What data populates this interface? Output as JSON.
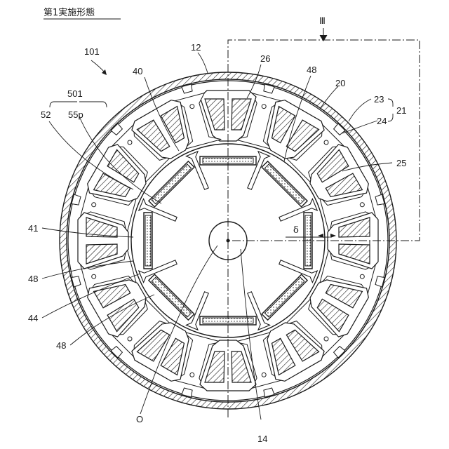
{
  "figure": {
    "title": "第1実施形態",
    "section_marker": "Ⅲ",
    "gap_symbol": "δ"
  },
  "diagram": {
    "stator_slots": 12,
    "rotor_poles": 8,
    "colors": {
      "line": "#1a1a1a",
      "background": "#ffffff"
    }
  },
  "labels": {
    "motor": "101",
    "housing": "12",
    "stator_core": "20",
    "stator": "21",
    "stator_back": "23",
    "teeth": "24",
    "slot": "25",
    "coil": "26",
    "rotor_core": "40",
    "rotor_shaft_hole": "41",
    "rotor_outer": "44",
    "magnet_a": "48",
    "magnet_b": "48",
    "magnet_c": "48",
    "group": "501",
    "group_part_a": "52",
    "group_part_b": "55p",
    "shaft": "14",
    "axis": "O"
  }
}
